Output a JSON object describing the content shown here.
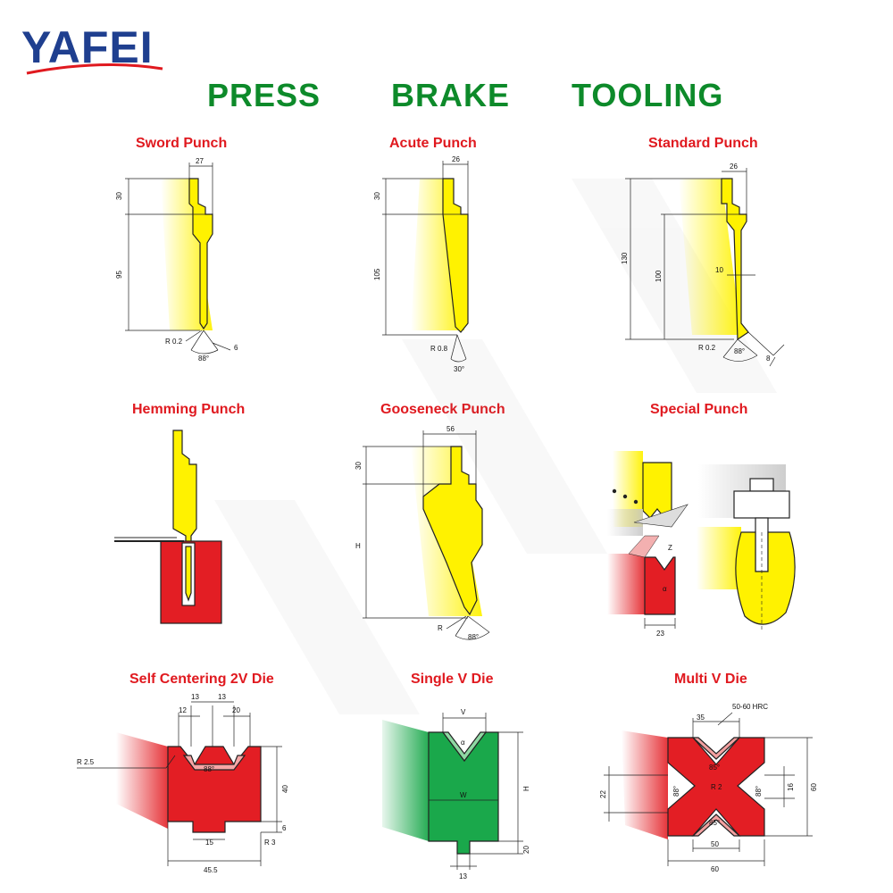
{
  "logo": {
    "text": "YAFEI"
  },
  "title": {
    "word1": "PRESS",
    "word2": "BRAKE",
    "word3": "TOOLING"
  },
  "panels": {
    "sword": {
      "title": "Sword  Punch",
      "d_width": "27",
      "d_top": "30",
      "d_body": "95",
      "d_radius": "R 0.2",
      "d_tip": "6",
      "d_angle": "88°"
    },
    "acute": {
      "title": "Acute  Punch",
      "d_width": "26",
      "d_top": "30",
      "d_body": "105",
      "d_radius": "R 0.8",
      "d_angle": "30°"
    },
    "standard": {
      "title": "Standard  Punch",
      "d_width": "26",
      "d_total": "130",
      "d_body": "100",
      "d_neck": "10",
      "d_radius": "R 0.2",
      "d_angle": "88°",
      "d_tip": "8"
    },
    "hemming": {
      "title": "Hemming  Punch"
    },
    "gooseneck": {
      "title": "Gooseneck  Punch",
      "d_width": "56",
      "d_top": "30",
      "d_h": "H",
      "d_radius": "R",
      "d_angle": "88°"
    },
    "special": {
      "title": "Special  Punch",
      "d_z": "Z",
      "d_alpha": "α",
      "d_width": "23"
    },
    "self_centering": {
      "title": "Self Centering 2V Die",
      "d_13a": "13",
      "d_13b": "13",
      "d_12": "12",
      "d_20": "20",
      "d_radius": "R 2.5",
      "d_angle": "88°",
      "d_40": "40",
      "d_6": "6",
      "d_15": "15",
      "d_r3": "R 3",
      "d_455": "45.5"
    },
    "single_v": {
      "title": "Single V Die",
      "d_v": "V",
      "d_alpha": "α",
      "d_w": "W",
      "d_h": "H",
      "d_20": "20",
      "d_13": "13"
    },
    "multi_v": {
      "title": "Multi V  Die",
      "d_hrc": "50-60 HRC",
      "d_35": "35",
      "d_85a": "85°",
      "d_88a": "88°",
      "d_r2": "R 2",
      "d_88b": "88°",
      "d_16": "16",
      "d_22": "22",
      "d_85b": "85°",
      "d_50": "50",
      "d_60w": "60",
      "d_60h": "60"
    }
  },
  "colors": {
    "punch": "#fff200",
    "die_red": "#e31e24",
    "die_green": "#1aa84b",
    "title_green": "#0d8a2a",
    "title_red": "#e0191f",
    "logo_blue": "#1f3f8f"
  }
}
